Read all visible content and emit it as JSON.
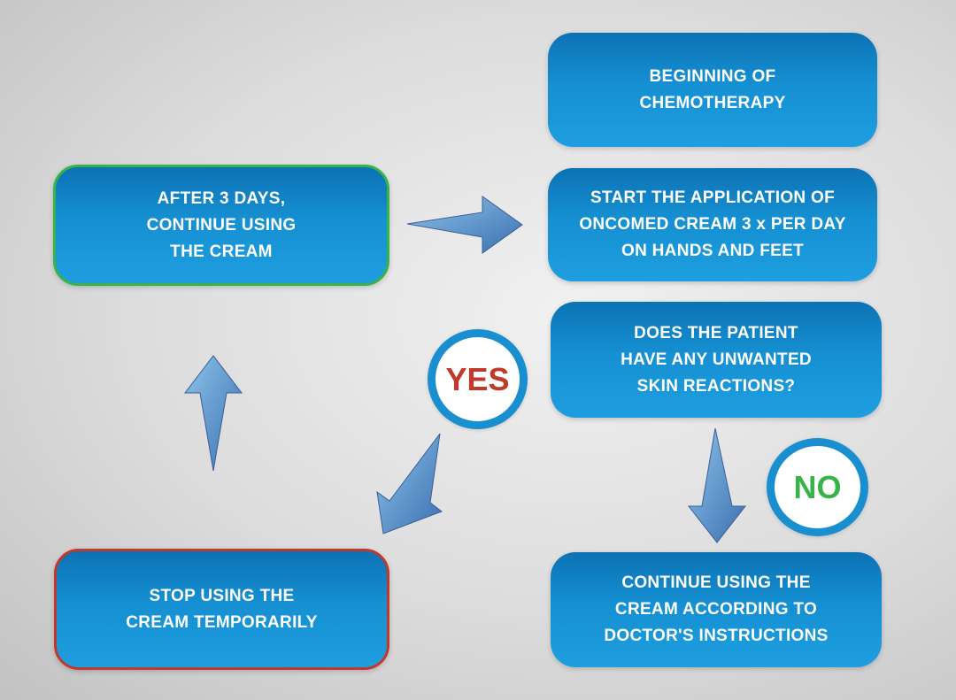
{
  "steps": {
    "begin": {
      "line1": "BEGINNING OF",
      "line2": "CHEMOTHERAPY"
    },
    "start": {
      "line1": "START THE APPLICATION OF",
      "line2": "ONCOMED CREAM 3 x PER DAY",
      "line3": "ON HANDS AND FEET"
    },
    "question": {
      "line1": "DOES THE PATIENT",
      "line2": "HAVE ANY UNWANTED",
      "line3": "SKIN REACTIONS?"
    },
    "continue_doctor": {
      "line1": "CONTINUE USING THE",
      "line2": "CREAM ACCORDING TO",
      "line3": "DOCTOR'S INSTRUCTIONS"
    },
    "stop": {
      "line1": "STOP USING THE",
      "line2": "CREAM TEMPORARILY"
    },
    "after3": {
      "line1": "AFTER 3 DAYS,",
      "line2": "CONTINUE USING",
      "line3": "THE CREAM"
    }
  },
  "badges": {
    "yes": {
      "label": "YES",
      "color": "#c0392b"
    },
    "no": {
      "label": "NO",
      "color": "#37b34a"
    }
  },
  "colors": {
    "box_blue": "#1590d2",
    "ring_blue": "#1a8fd0",
    "arrow_blue": "#4f86c6",
    "border_green": "#37b34a",
    "border_red": "#c0392b"
  }
}
